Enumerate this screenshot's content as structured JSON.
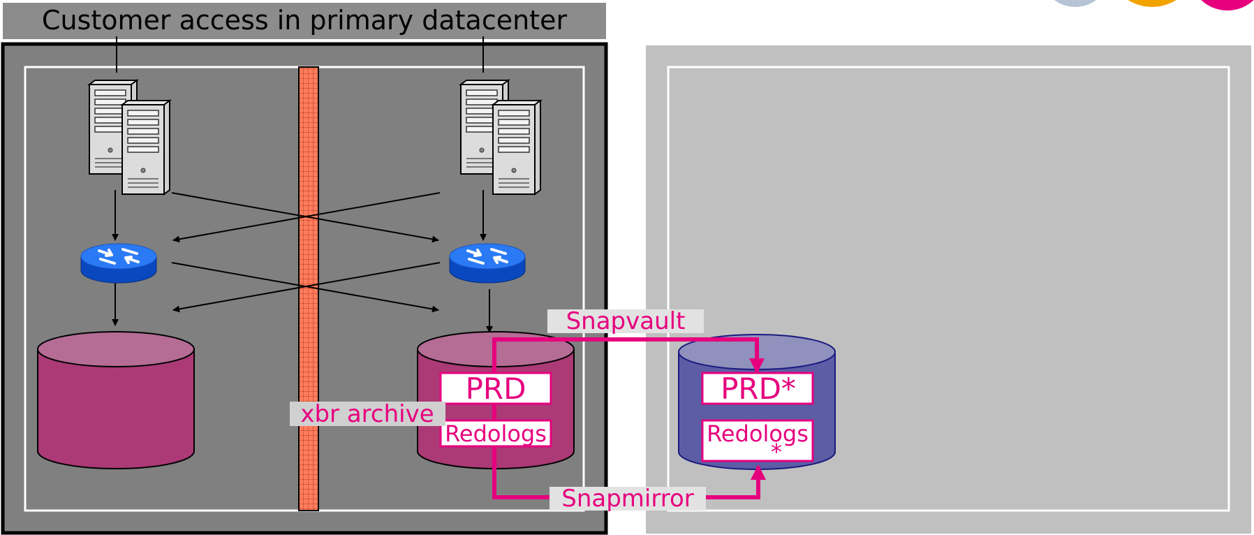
{
  "title": "Customer access in primary datacenter",
  "labels": {
    "snapvault": "Snapvault",
    "snapmirror": "Snapmirror",
    "xbr_archive": "xbr archive",
    "prd": "PRD",
    "prd_star": "PRD*",
    "redologs": "Redologs",
    "redologs_star": "Redologs",
    "star_mark": "*"
  },
  "colors": {
    "primary_dc": "#808080",
    "secondary_dc": "#c0c0c0",
    "accent_magenta": "#e6007e",
    "db_primary": "#ab3a76",
    "db_primary_top": "#b56c95",
    "db_secondary": "#5c5da5",
    "db_secondary_top": "#9091bc",
    "router_blue": "#1560e0",
    "firewall": "#ff6a4d"
  },
  "icons": [
    "server-pair-icon",
    "router-icon",
    "database-icon",
    "firewall-icon",
    "logo-circles-icon"
  ]
}
